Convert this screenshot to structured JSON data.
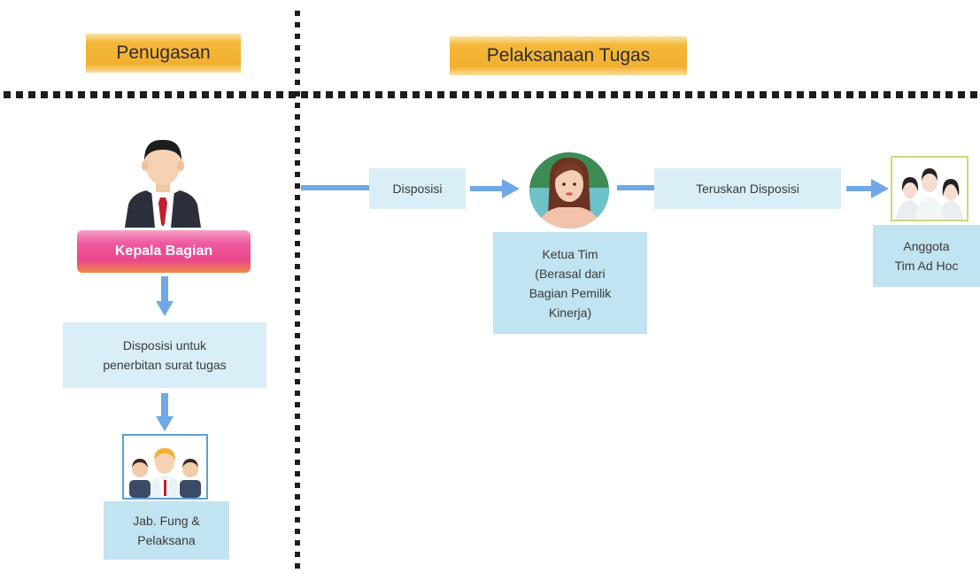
{
  "headers": {
    "left": "Penugasan",
    "right": "Pelaksanaan Tugas"
  },
  "left_column": {
    "role_title": "Kepala Bagian",
    "disposition_box": "Disposisi untuk\npenerbitan surat tugas",
    "staff_box": "Jab. Fung &\nPelaksana"
  },
  "flow": {
    "step1_label": "Disposisi",
    "leader_box": "Ketua Tim\n(Berasal dari\nBagian Pemilik\nKinerja)",
    "step2_label": "Teruskan Disposisi",
    "members_box": "Anggota\nTim Ad Hoc"
  },
  "colors": {
    "arrow": "#6fa8e6",
    "box": "#d9eef7",
    "banner": "#f2b030",
    "kepala": "#e9458c"
  },
  "icons": [
    "businessman-icon",
    "team-group-icon",
    "woman-avatar-icon",
    "team-members-icon"
  ]
}
